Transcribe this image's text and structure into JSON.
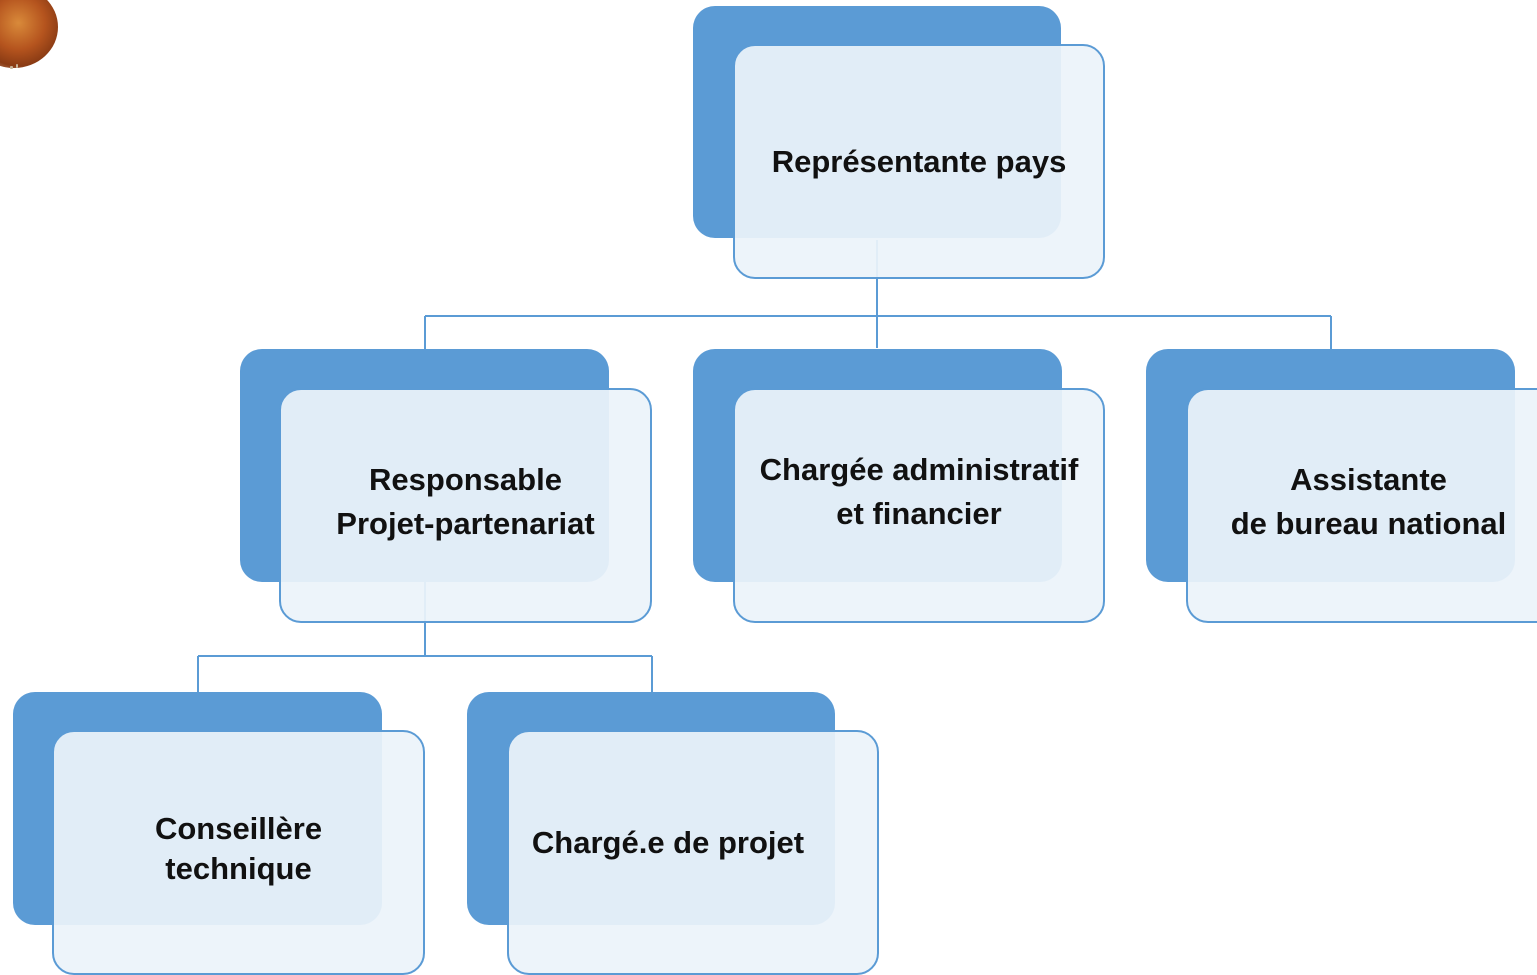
{
  "diagram": {
    "type": "org-chart",
    "colors": {
      "accent": "#5b9bd5",
      "box_fill": "#ecf3fa",
      "connector": "#5b9bd5",
      "text": "#111111"
    },
    "nodes": [
      {
        "id": "representante",
        "parent": null,
        "lines": [
          "Représentante pays"
        ]
      },
      {
        "id": "responsable",
        "parent": "representante",
        "lines": [
          "Responsable",
          "Projet-partenariat"
        ]
      },
      {
        "id": "chargee-admin",
        "parent": "representante",
        "lines": [
          "Chargée administratif",
          "et financier"
        ]
      },
      {
        "id": "assistante",
        "parent": "representante",
        "lines": [
          "Assistante",
          "de bureau national"
        ]
      },
      {
        "id": "conseillere",
        "parent": "responsable",
        "lines": [
          "Conseillère",
          "technique"
        ]
      },
      {
        "id": "charge-projet",
        "parent": "responsable",
        "lines": [
          "Chargé.e de projet"
        ]
      }
    ]
  },
  "logo": {
    "icon": "logo-icon"
  }
}
